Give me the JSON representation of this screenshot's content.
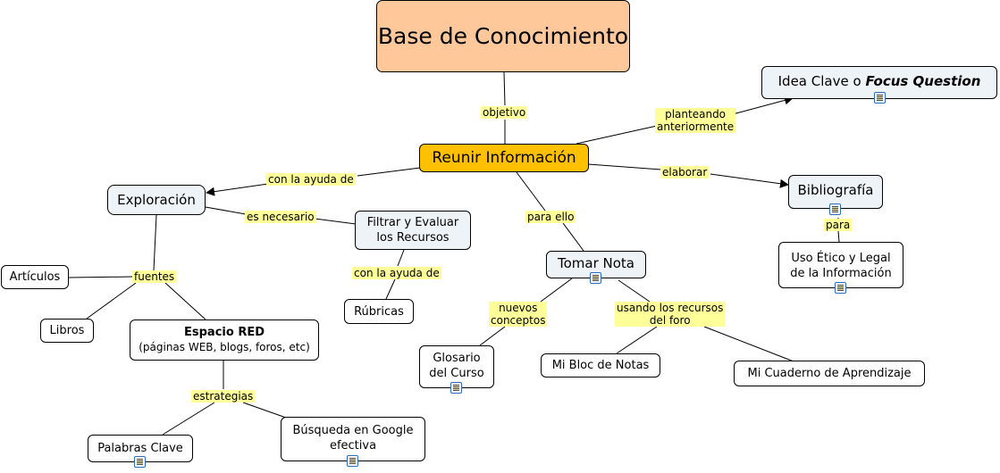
{
  "nodes": {
    "base": "Base de Conocimiento",
    "idea_clave_prefix": "Idea Clave o",
    "idea_clave_emph": "Focus Question",
    "reunir": "Reunir Información",
    "exploracion": "Exploración",
    "filtrar_l1": "Filtrar y Evaluar",
    "filtrar_l2": "los Recursos",
    "bibliografia": "Bibliografía",
    "uso_l1": "Uso Ético y Legal",
    "uso_l2": "de la Información",
    "tomar_nota": "Tomar Nota",
    "articulos": "Artículos",
    "libros": "Libros",
    "espacio_red_title": "Espacio RED",
    "espacio_red_sub": "(páginas WEB, blogs, foros, etc)",
    "rubricas": "Rúbricas",
    "glosario_l1": "Glosario",
    "glosario_l2": "del Curso",
    "bloc": "Mi Bloc de Notas",
    "cuaderno": "Mi Cuaderno de Aprendizaje",
    "palabras": "Palabras Clave",
    "busqueda_l1": "Búsqueda en Google",
    "busqueda_l2": "efectiva"
  },
  "links": {
    "objetivo": "objetivo",
    "planteando_l1": "planteando",
    "planteando_l2": "anteriormente",
    "con_ayuda_1": "con la ayuda de",
    "elaborar": "elaborar",
    "es_necesario": "es necesario",
    "para_ello": "para ello",
    "para": "para",
    "con_ayuda_2": "con la ayuda de",
    "fuentes": "fuentes",
    "nuevos_l1": "nuevos",
    "nuevos_l2": "conceptos",
    "usando_l1": "usando los recursos",
    "usando_l2": "del foro",
    "estrategias": "estrategias"
  },
  "icons": {
    "resource": "document-icon",
    "arrow": "arrowhead-icon"
  },
  "colors": {
    "root_fill": "#ffc89a",
    "center_fill": "#ffc000",
    "concept_fill": "#eef3f7",
    "link_label_fill": "#ffff99"
  }
}
